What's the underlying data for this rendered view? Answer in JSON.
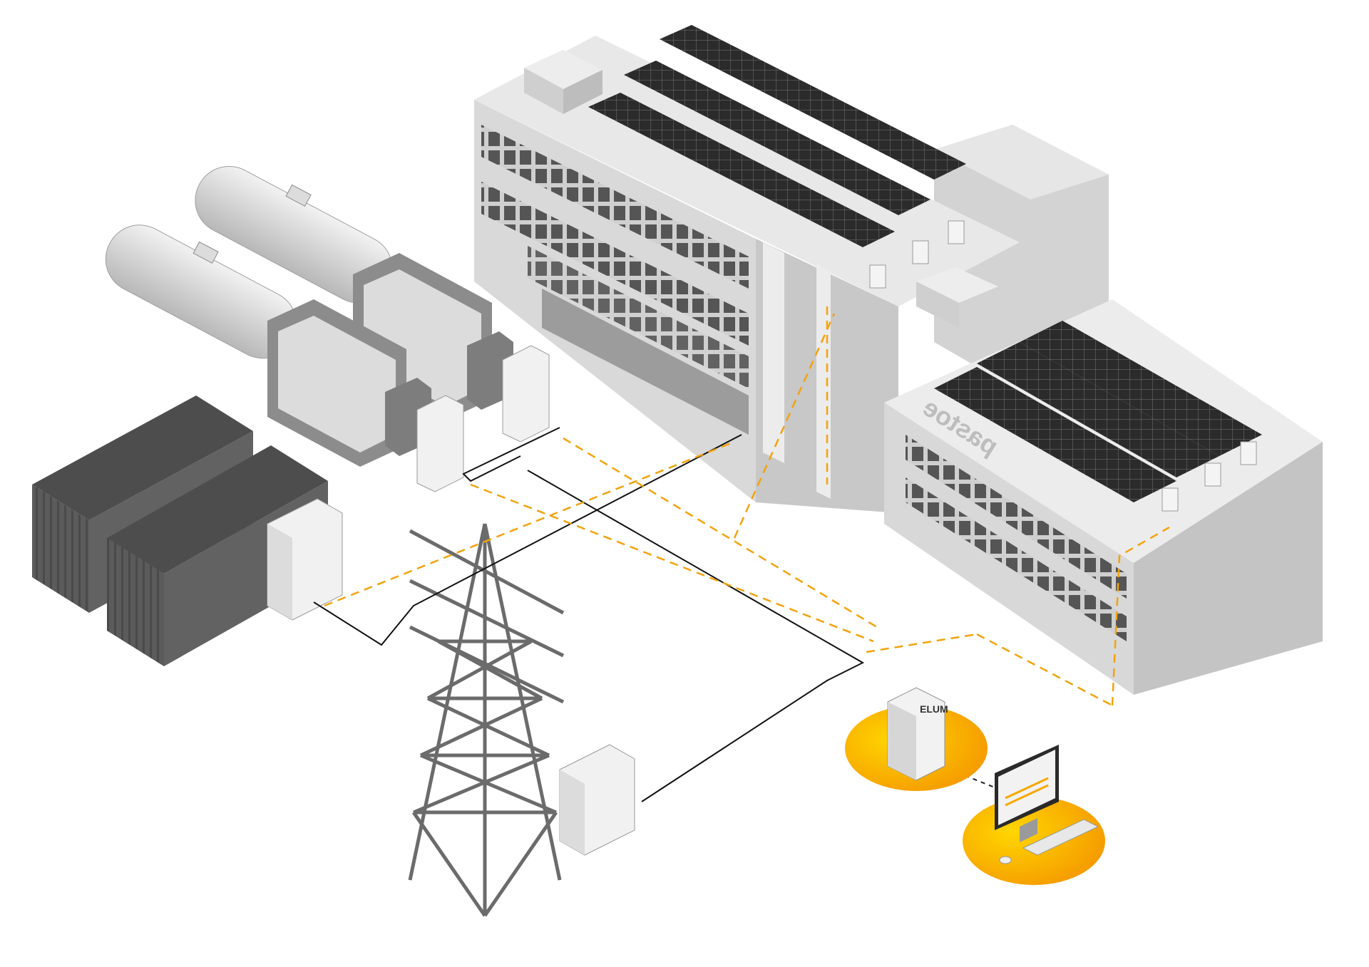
{
  "diagram": {
    "colors": {
      "accent": "#f5a800",
      "accent_light": "#ffd21f",
      "building": "#dcdcdc",
      "building_dark": "#bdbdbd",
      "panel": "#2e2e2e",
      "container": "#5a5a5a",
      "tower": "#6e6e6e",
      "data_line": "#f2a30f",
      "power_line": "#111111"
    },
    "components": [
      {
        "id": "building-main",
        "icon": "factory-building-icon"
      },
      {
        "id": "building-annex",
        "icon": "factory-building-icon"
      },
      {
        "id": "solar-array",
        "icon": "solar-panel-icon"
      },
      {
        "id": "gas-tanks",
        "icon": "gas-tank-icon"
      },
      {
        "id": "gensets",
        "icon": "generator-icon"
      },
      {
        "id": "battery-containers",
        "icon": "container-icon"
      },
      {
        "id": "power-tower",
        "icon": "transmission-tower-icon"
      },
      {
        "id": "grid-cabinet",
        "icon": "switch-cabinet-icon"
      },
      {
        "id": "controller",
        "icon": "controller-cabinet-icon"
      },
      {
        "id": "monitor-station",
        "icon": "computer-monitor-icon"
      }
    ],
    "building_sign": "pastoe",
    "controller_brand": "ELUM"
  }
}
